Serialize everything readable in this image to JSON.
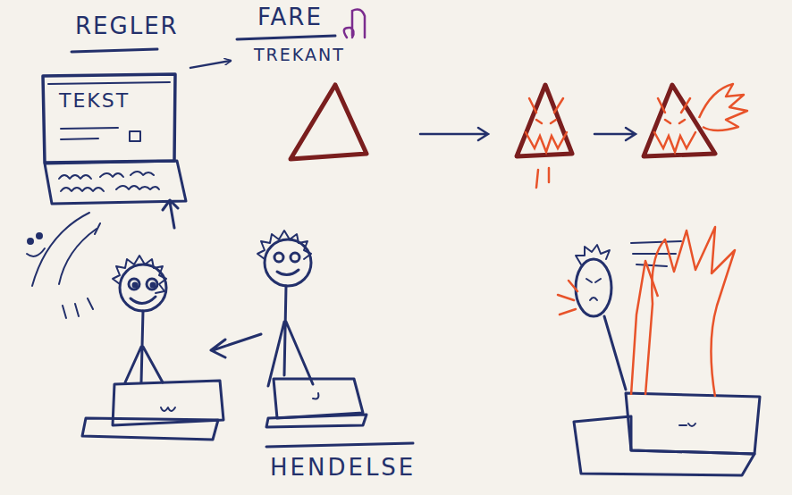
{
  "diagram": {
    "nodes": [
      {
        "text": [
          "REGLER",
          "TEKST"
        ]
      },
      {
        "text": [
          "FARE",
          "TREKANT"
        ]
      }
    ],
    "edges": [
      {
        "from": 0,
        "to": 1,
        "arrow": "to"
      }
    ],
    "labels": [
      "HENDELSE"
    ]
  }
}
